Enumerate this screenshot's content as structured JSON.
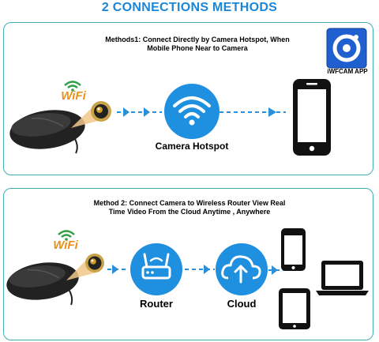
{
  "title": "2 CONNECTIONS METHODS",
  "method1": {
    "caption_line1": "Methods1: Connect Directly by Camera Hotspot, When",
    "caption_line2": "Mobile Phone Near to Camera",
    "app_label": "iWFCAM APP",
    "wifi_text": "WiFi",
    "hotspot_label": "Camera Hotspot"
  },
  "method2": {
    "caption_line1": "Method 2: Connect Camera to Wireless Router View Real",
    "caption_line2": "Time Video From the Cloud Anytime , Anywhere",
    "wifi_text": "WiFi",
    "router_label": "Router",
    "cloud_label": "Cloud"
  },
  "colors": {
    "title": "#1a86d8",
    "panel_border": "#3fb0b4",
    "circle": "#1f8fe0",
    "arrow": "#2b8fd8",
    "wifi_text": "#e8901b"
  }
}
